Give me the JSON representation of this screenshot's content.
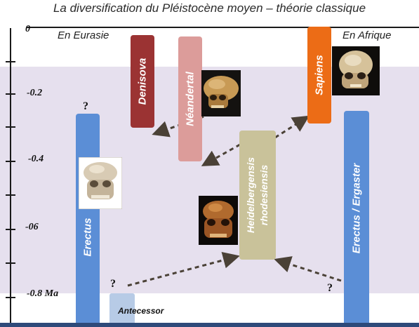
{
  "title": "La diversification du Pléistocène moyen – théorie classique",
  "regions": {
    "left": "En Eurasie",
    "right": "En  Afrique"
  },
  "axis": {
    "labels": [
      "0",
      "-0.2",
      "-0.4",
      "-06",
      "-0.8 Ma"
    ]
  },
  "species": {
    "denisova": "Denisova",
    "neandertal": "Néandertal",
    "sapiens": "Sapiens",
    "erectus": "Erectus",
    "heidelbergensis_line1": "Heidelbergensis",
    "heidelbergensis_line2": "rhodesiensis",
    "erectus_ergaster": "Erectus / Ergaster",
    "antecessor": "Antecessor"
  },
  "question_mark": "?",
  "colors": {
    "denisova": "#9b3333",
    "neandertal": "#dc9c9a",
    "sapiens": "#ec6c16",
    "erectus": "#5b8ed6",
    "heidelbergensis": "#c9c29a",
    "antecessor": "#b7cbe6",
    "band": "#e6e0ee",
    "arrow": "#4a4136"
  },
  "skull_images": [
    "neandertal-skull",
    "sapiens-skull",
    "erectus-skull",
    "heidelbergensis-skull"
  ]
}
